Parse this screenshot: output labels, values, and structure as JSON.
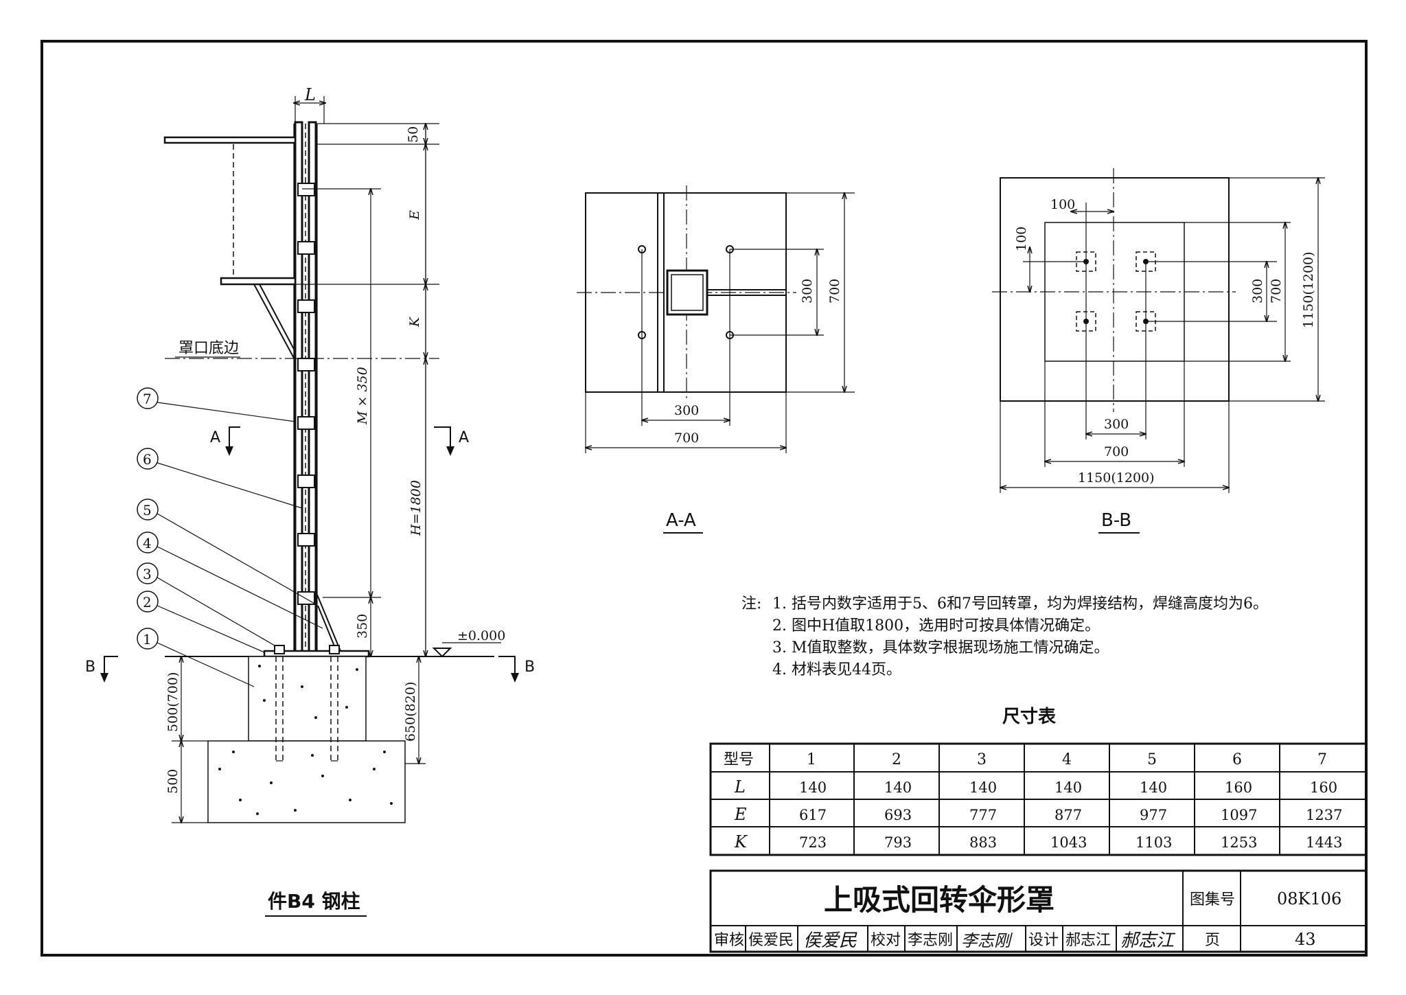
{
  "left_drawing": {
    "caption": "件B4  钢柱",
    "dim_top_L": "L",
    "dim_50": "50",
    "dim_E": "E",
    "dim_K": "K",
    "dim_M350": "M × 350",
    "dim_H1800": "H=1800",
    "dim_350": "350",
    "dim_500_700": "500(700)",
    "dim_650_820": "650(820)",
    "dim_500": "500",
    "elevation": "±0.000",
    "hood_edge_label": "罩口底边",
    "section_A": "A",
    "section_B": "B",
    "balloons": [
      "1",
      "2",
      "3",
      "4",
      "5",
      "6",
      "7"
    ]
  },
  "section_aa": {
    "title": "A-A",
    "dim_300_h": "300",
    "dim_700_h": "700",
    "dim_300_v": "300",
    "dim_700_v": "700"
  },
  "section_bb": {
    "title": "B-B",
    "dim_100_h": "100",
    "dim_100_v": "100",
    "dim_300_h": "300",
    "dim_700_h": "700",
    "dim_1150_h": "1150(1200)",
    "dim_300_v": "300",
    "dim_700_v": "700",
    "dim_1150_v": "1150(1200)"
  },
  "notes": {
    "prefix": "注:",
    "items": [
      "1. 括号内数字适用于5、6和7号回转罩，均为焊接结构，焊缝高度均为6。",
      "2. 图中H值取1800，选用时可按具体情况确定。",
      "3. M值取整数，具体数字根据现场施工情况确定。",
      "4. 材料表见44页。"
    ]
  },
  "size_table": {
    "title": "尺寸表",
    "header_label": "型号",
    "columns": [
      "1",
      "2",
      "3",
      "4",
      "5",
      "6",
      "7"
    ],
    "rows": [
      {
        "label": "L",
        "values": [
          "140",
          "140",
          "140",
          "140",
          "140",
          "160",
          "160"
        ]
      },
      {
        "label": "E",
        "values": [
          "617",
          "693",
          "777",
          "877",
          "977",
          "1097",
          "1237"
        ]
      },
      {
        "label": "K",
        "values": [
          "723",
          "793",
          "883",
          "1043",
          "1103",
          "1253",
          "1443"
        ]
      }
    ]
  },
  "title_block": {
    "title": "上吸式回转伞形罩",
    "atlas_label": "图集号",
    "atlas_no": "08K106",
    "review_label": "审核",
    "reviewer": "侯爱民",
    "reviewer_sig": "侯爱民",
    "check_label": "校对",
    "checker": "李志刚",
    "checker_sig": "李志刚",
    "design_label": "设计",
    "designer": "郝志江",
    "designer_sig": "郝志江",
    "page_label": "页",
    "page_no": "43"
  }
}
